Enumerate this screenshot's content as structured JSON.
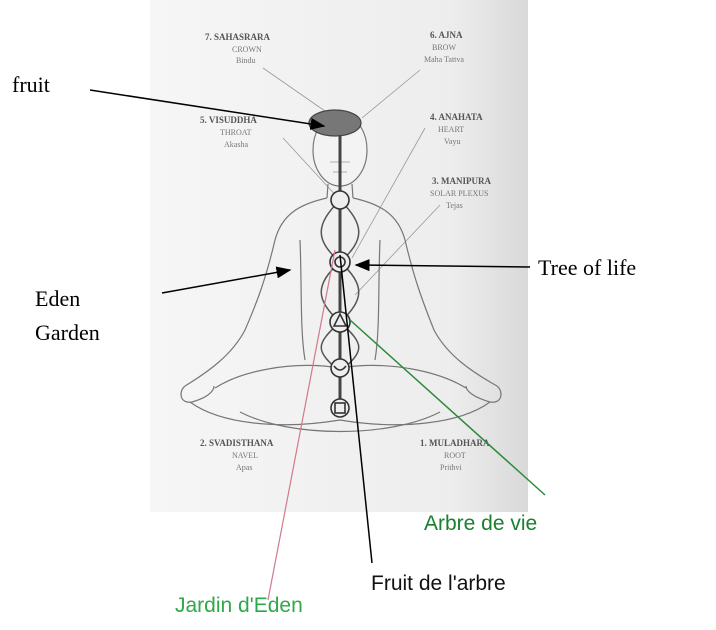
{
  "chakras": [
    {
      "num": "7. SAHASRARA",
      "name": "CROWN",
      "element": "Bindu"
    },
    {
      "num": "6. AJNA",
      "name": "BROW",
      "element": "Maha Tattva"
    },
    {
      "num": "5. VISUDDHA",
      "name": "THROAT",
      "element": "Akasha"
    },
    {
      "num": "4. ANAHATA",
      "name": "HEART",
      "element": "Vayu"
    },
    {
      "num": "3. MANIPURA",
      "name": "SOLAR PLEXUS",
      "element": "Tejas"
    },
    {
      "num": "2. SVADISTHANA",
      "name": "NAVEL",
      "element": "Apas"
    },
    {
      "num": "1. MULADHARA",
      "name": "ROOT",
      "element": "Prithvi"
    }
  ],
  "annotations": {
    "fruit": "fruit",
    "tree_of_life": "Tree of life",
    "eden_line1": "Eden",
    "eden_line2": "Garden"
  },
  "french_labels": {
    "arbre_de_vie": "Arbre de vie",
    "fruit_de_larbre": "Fruit de l'arbre",
    "jardin_deden": "Jardin d'Eden"
  },
  "colors": {
    "arbre_de_vie": "#1a7f2e",
    "jardin_deden": "#2ea84a",
    "pink_line": "#d07a8a",
    "green_line": "#2e8b3a"
  }
}
